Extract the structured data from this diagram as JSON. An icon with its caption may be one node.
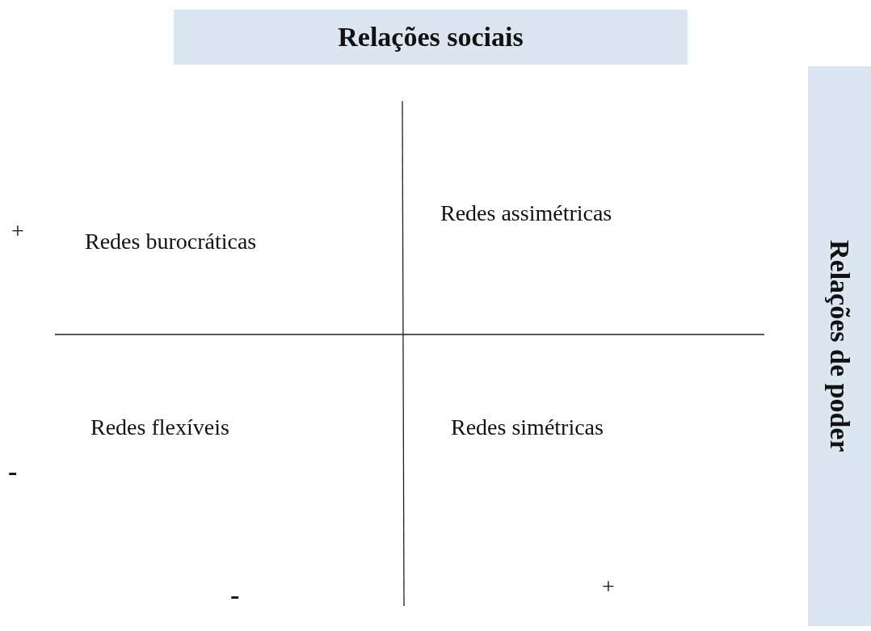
{
  "diagram": {
    "nodes": [
      {
        "text": [
          "Relações sociais"
        ]
      },
      {
        "text": [
          "Relações de poder"
        ]
      }
    ],
    "labels": [
      "Redes assimétricas",
      "+",
      "Redes burocráticas",
      "Redes flexíveis",
      "Redes simétricas",
      "-",
      "-",
      "+"
    ]
  }
}
